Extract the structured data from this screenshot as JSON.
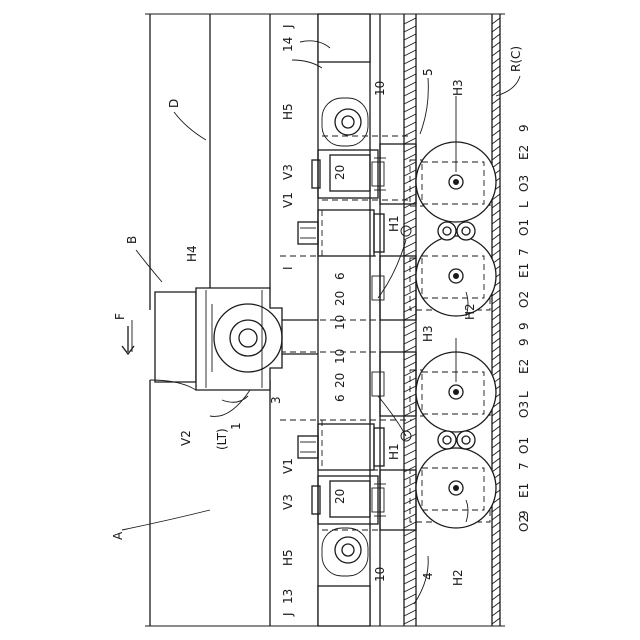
{
  "labels": {
    "J": "J",
    "n14": "14",
    "n13": "13",
    "n5": "5",
    "n4": "4",
    "RC": "R(C)",
    "D": "D",
    "B": "B",
    "F": "F",
    "A": "A",
    "H5": "H5",
    "H4": "H4",
    "H3": "H3",
    "H2": "H2",
    "H1": "H1",
    "V1": "V1",
    "V2": "V2",
    "V3": "V3",
    "n10": "10",
    "n20": "20",
    "n6": "6",
    "n7": "7",
    "n9": "9",
    "n3": "3",
    "LT1": "(LT)\n1",
    "L": "L",
    "I": "I",
    "O1": "O1",
    "O2": "O2",
    "O3": "O3",
    "E1": "E1",
    "E2": "E2"
  }
}
